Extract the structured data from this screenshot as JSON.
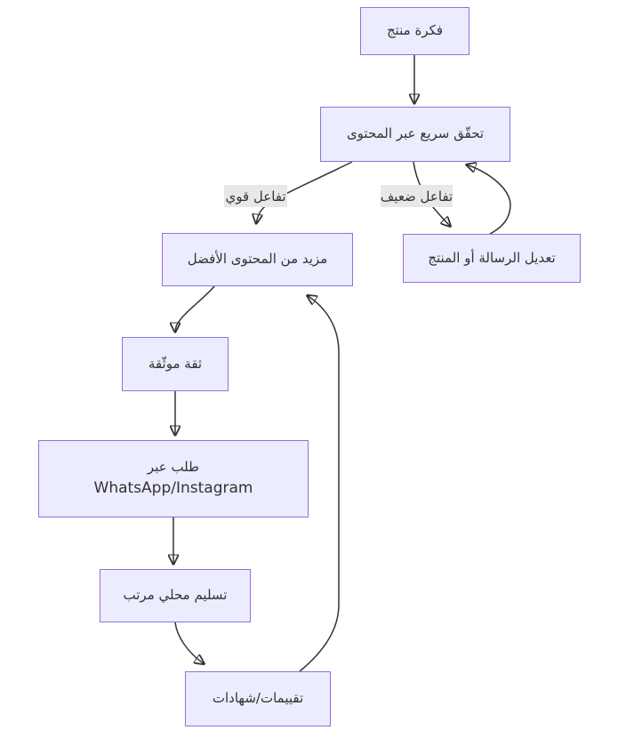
{
  "diagram": {
    "type": "flowchart",
    "direction": "top-down",
    "nodes": [
      {
        "id": "A",
        "label": "فكرة منتج"
      },
      {
        "id": "B",
        "label": "تحقّق سريع عبر المحتوى"
      },
      {
        "id": "C",
        "label": "مزيد من المحتوى الأفضل"
      },
      {
        "id": "D",
        "label": "تعديل الرسالة أو المنتج"
      },
      {
        "id": "E",
        "label": "ثقة موثّقة"
      },
      {
        "id": "F",
        "lines": [
          "طلب عبر",
          "WhatsApp/Instagram"
        ]
      },
      {
        "id": "G",
        "label": "تسليم محلي مرتب"
      },
      {
        "id": "H",
        "label": "تقييمات/شهادات"
      }
    ],
    "edges": [
      {
        "from": "A",
        "to": "B"
      },
      {
        "from": "B",
        "to": "C",
        "label": "تفاعل قوي"
      },
      {
        "from": "B",
        "to": "D",
        "label": "تفاعل ضعيف"
      },
      {
        "from": "D",
        "to": "B"
      },
      {
        "from": "C",
        "to": "E"
      },
      {
        "from": "E",
        "to": "F"
      },
      {
        "from": "F",
        "to": "G"
      },
      {
        "from": "G",
        "to": "H"
      },
      {
        "from": "H",
        "to": "C"
      }
    ],
    "colors": {
      "node_fill": "#ECECFF",
      "node_border": "#9370DB",
      "edge_line": "#333333",
      "edge_label_bg": "#e8e8e8",
      "text": "#333333",
      "background": "#ffffff"
    }
  }
}
